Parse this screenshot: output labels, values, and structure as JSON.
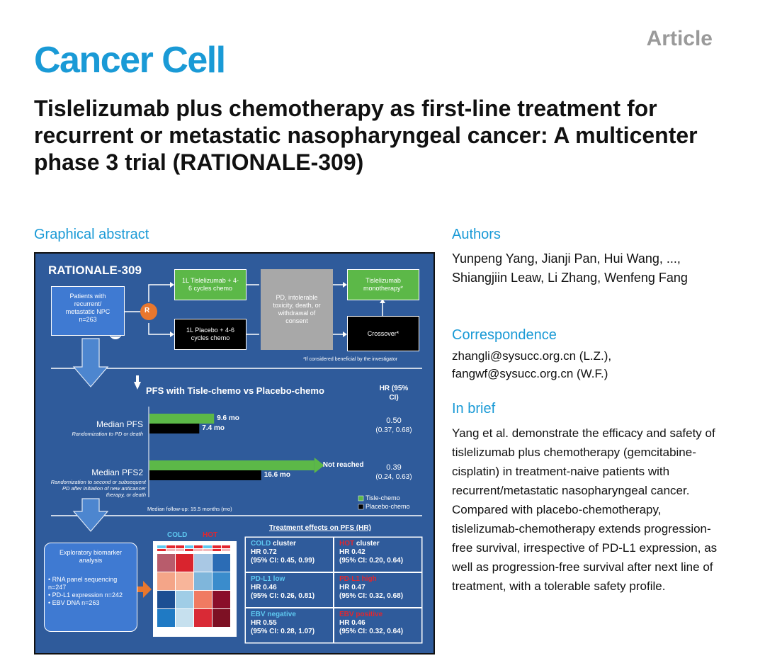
{
  "header": {
    "article_label": "Article",
    "journal": "Cancer Cell",
    "title": "Tislelizumab plus chemotherapy as first-line treatment for recurrent or metastatic nasopharyngeal cancer: A multicenter phase 3 trial (RATIONALE-309)"
  },
  "sections": {
    "graphical_abstract": "Graphical abstract",
    "authors_head": "Authors",
    "authors": "Yunpeng Yang, Jianji Pan, Hui Wang, ..., Shiangjiin Leaw, Li Zhang, Wenfeng Fang",
    "correspondence_head": "Correspondence",
    "correspondence_1": "zhangli@sysucc.org.cn (L.Z.),",
    "correspondence_2": "fangwf@sysucc.org.cn (W.F.)",
    "brief_head": "In brief",
    "brief": "Yang et al. demonstrate the efficacy and safety of tislelizumab plus chemotherapy (gemcitabine-cisplatin) in treatment-naive patients with recurrent/metastatic nasopharyngeal cancer. Compared with placebo-chemotherapy, tislelizumab-chemotherapy extends progression-free survival, irrespective of PD-L1 expression, as well as progression-free survival after next line of treatment, with a tolerable safety profile."
  },
  "abstract": {
    "title": "RATIONALE-309",
    "patients": "Patients with recurrent/ metastatic NPC n=263",
    "randomize": "R",
    "arm1": "1L Tislelizumab + 4-6 cycles chemo",
    "arm2": "1L Placebo + 4-6 cycles chemo",
    "event": "PD, intolerable toxicity, death, or withdrawal of consent",
    "mono": "Tislelizumab monotherapy*",
    "crossover": "Crossover*",
    "footnote": "*If considered beneficial by the investigator",
    "pfs_title": "PFS with Tisle-chemo vs Placebo-chemo",
    "hr_head": "HR (95% CI)",
    "median_pfs": "Median PFS",
    "median_pfs_sub": "Randomization to PD or death",
    "median_pfs2": "Median PFS2",
    "median_pfs2_sub": "Randomization to second or subsequent PD after initiation of new anticancer therapy, or death",
    "pfs_hr": "0.50",
    "pfs_ci": "(0.37, 0.68)",
    "pfs2_hr": "0.39",
    "pfs2_ci": "(0.24, 0.63)",
    "follow_up": "Median follow-up: 15.5 months (mo)",
    "legend_tisle": "Tisle-chemo",
    "legend_placebo": "Placebo-chemo",
    "biomarker_head": "Exploratory biomarker analysis",
    "biomarkers": [
      "RNA panel sequencing n=247",
      "PD-L1 expression n=242",
      "EBV DNA n=263"
    ],
    "cold": "COLD",
    "hot": "HOT",
    "effects_title": "Treatment effects on PFS (HR)",
    "effects": [
      {
        "label": "COLD",
        "suffix": " cluster",
        "hr": "HR 0.72",
        "ci": "(95% CI: 0.45, 0.99)"
      },
      {
        "label": "HOT",
        "suffix": " cluster",
        "hr": "HR 0.42",
        "ci": "(95% CI: 0.20, 0.64)"
      },
      {
        "label": "PD-L1 low",
        "suffix": "",
        "hr": "HR 0.46",
        "ci": "(95% CI: 0.26, 0.81)"
      },
      {
        "label": "PD-L1 high",
        "suffix": "",
        "hr": "HR 0.47",
        "ci": "(95% CI: 0.32, 0.68)"
      },
      {
        "label": "EBV negative",
        "suffix": "",
        "hr": "HR 0.55",
        "ci": "(95% CI: 0.28, 1.07)"
      },
      {
        "label": "EBV positive",
        "suffix": "",
        "hr": "HR 0.46",
        "ci": "(95% CI: 0.32, 0.64)"
      }
    ]
  },
  "chart_data": {
    "type": "bar",
    "orientation": "horizontal",
    "categories": [
      "Median PFS",
      "Median PFS2"
    ],
    "series": [
      {
        "name": "Tisle-chemo",
        "values": [
          9.6,
          null
        ],
        "labels": [
          "9.6 mo",
          "Not reached"
        ]
      },
      {
        "name": "Placebo-chemo",
        "values": [
          7.4,
          16.6
        ],
        "labels": [
          "7.4 mo",
          "16.6 mo"
        ]
      }
    ],
    "colors": {
      "tisle": "#5cb848",
      "placebo": "#000000"
    },
    "legend": "bottom-right"
  },
  "heatmap": {
    "colors": [
      [
        "#b85c6c",
        "#d9242e",
        "#a9c8e4",
        "#2b6cb5"
      ],
      [
        "#f4a588",
        "#f8b59a",
        "#7fb6db",
        "#3a8ccc"
      ],
      [
        "#1c4f93",
        "#a0cde6",
        "#f07b62",
        "#8a0e2a"
      ],
      [
        "#1f7ac4",
        "#c6e0ee",
        "#d92a36",
        "#7d1124"
      ]
    ]
  },
  "colors": {
    "accent": "#1a9ad6",
    "panel": "#2f5b9b",
    "hot": "#e3262e",
    "cold": "#5ec8f0",
    "r_circle": "#e8772e"
  }
}
